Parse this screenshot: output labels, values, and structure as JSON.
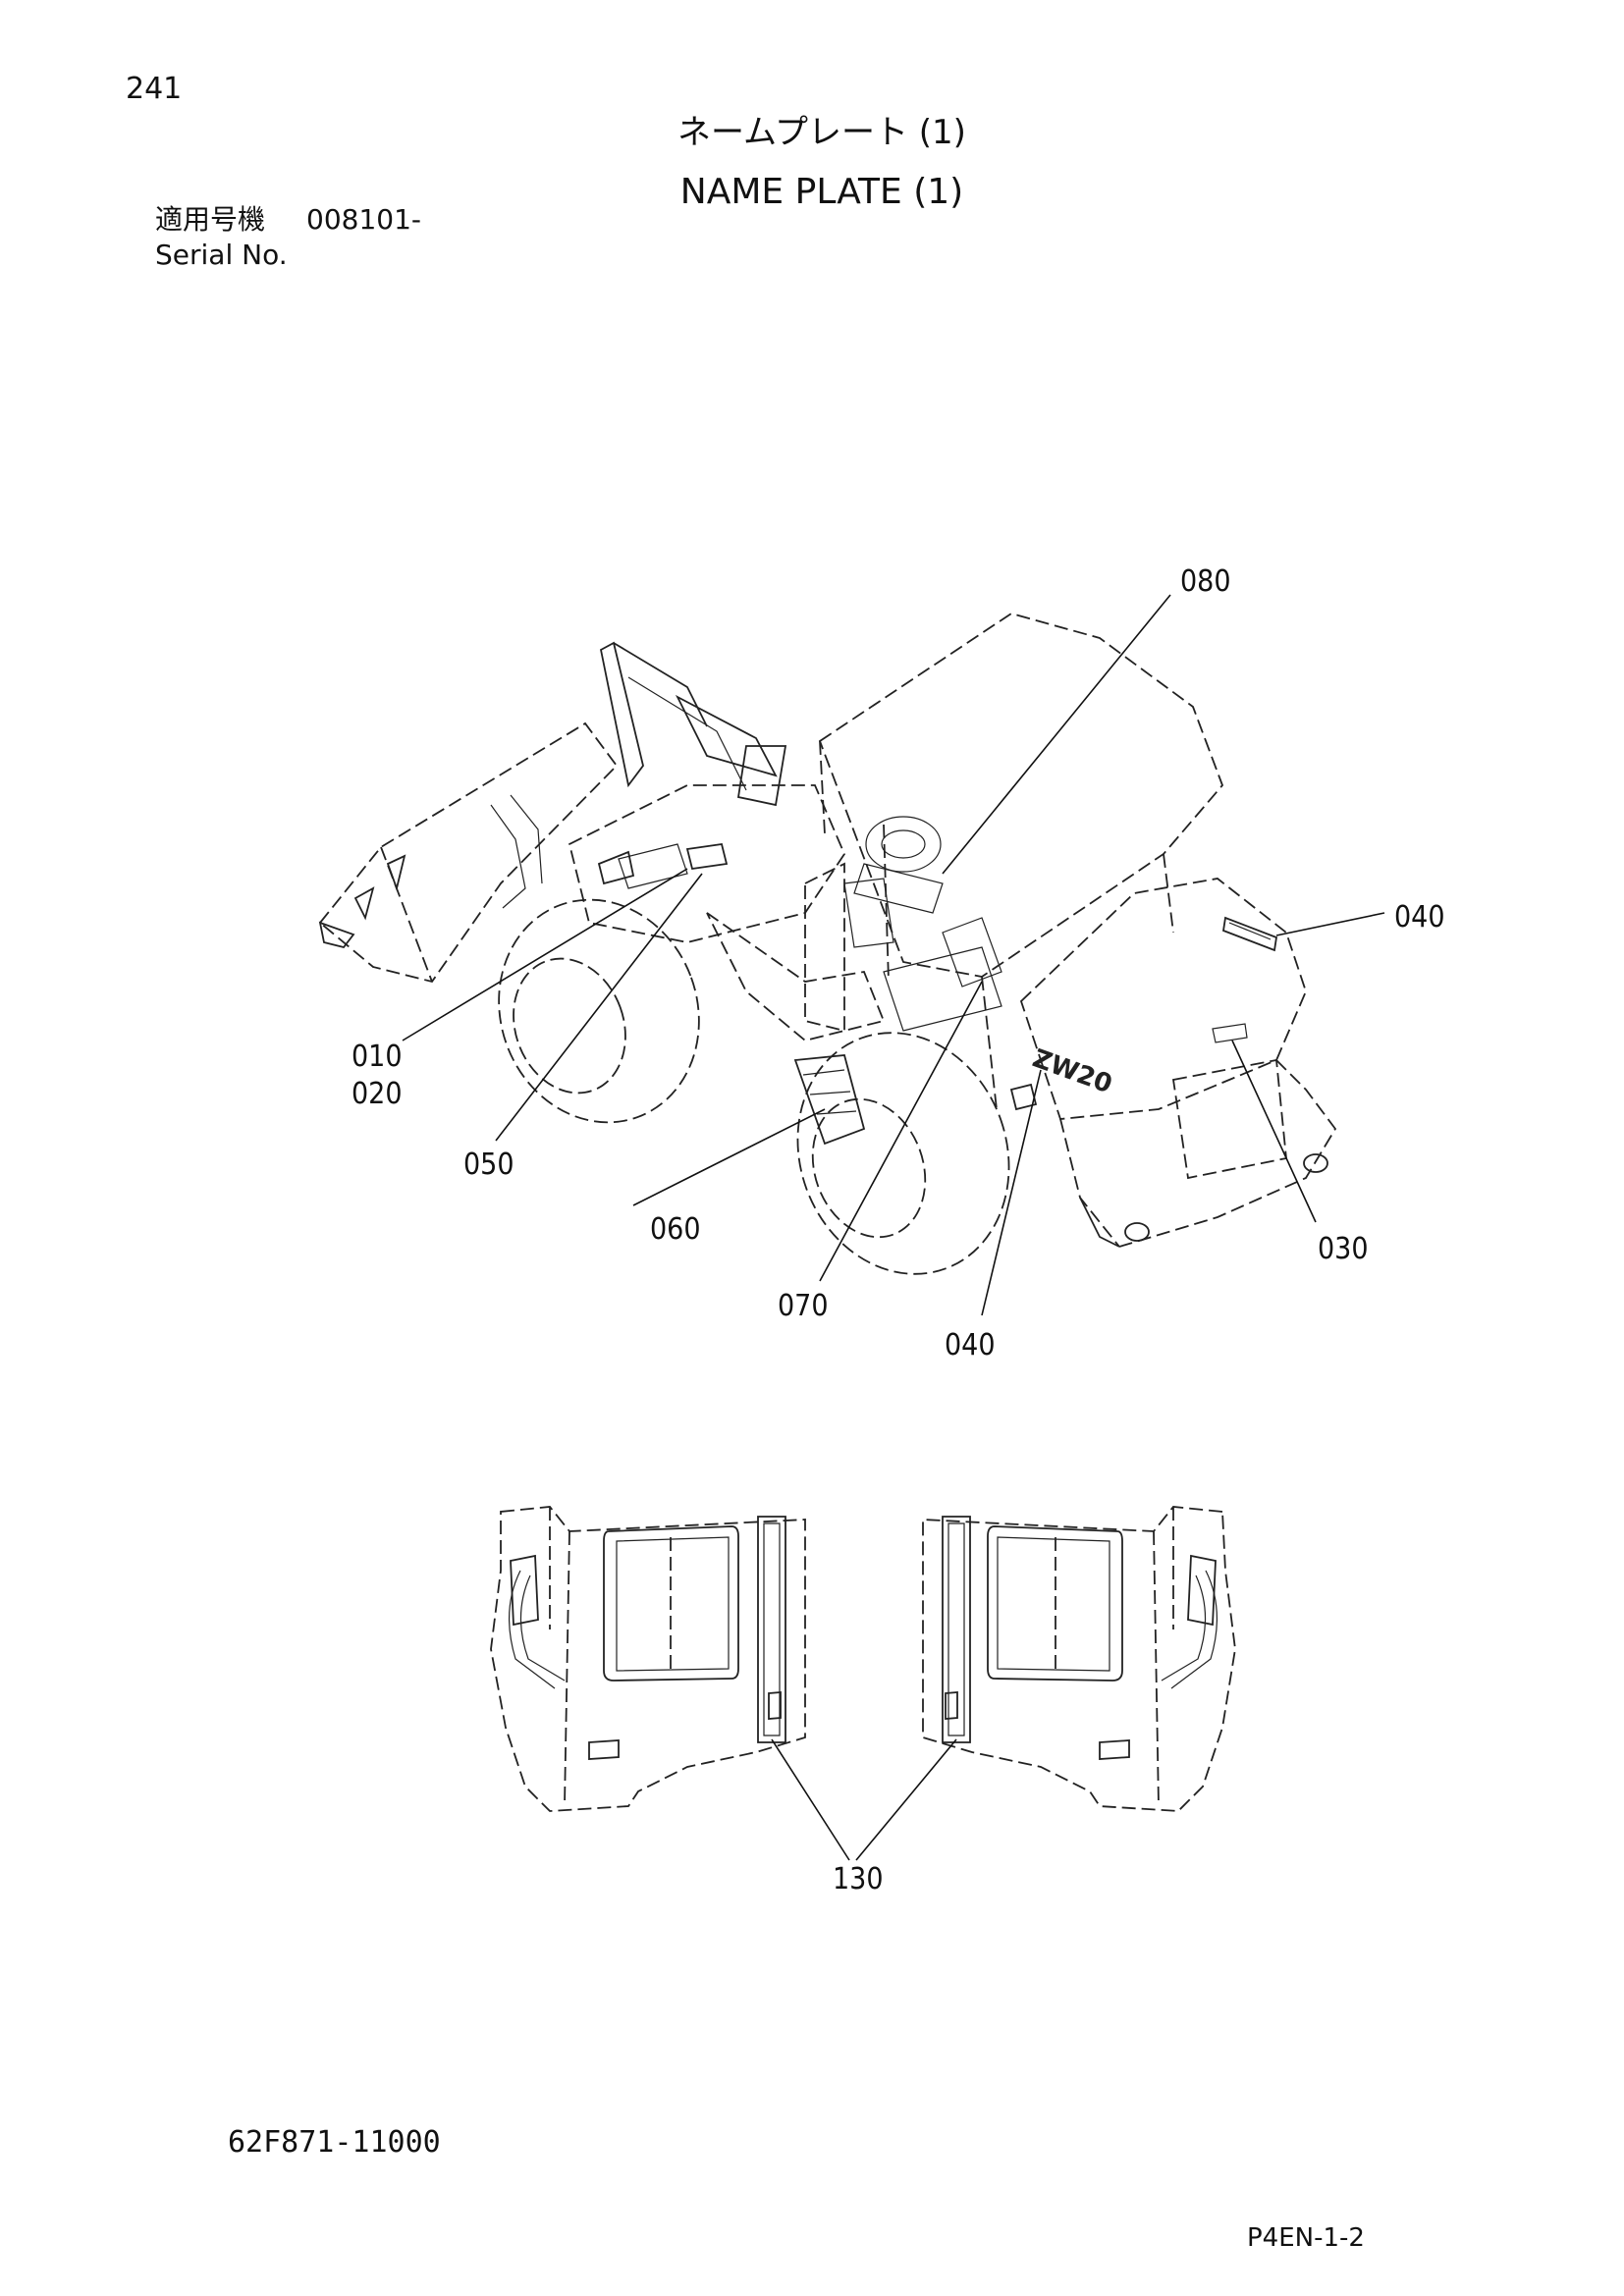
{
  "page": {
    "number": "241",
    "title_jp": "ネームプレート (1)",
    "title_en": "NAME PLATE (1)",
    "serial_label_jp": "適用号機",
    "serial_value": "008101-",
    "serial_label_en": "Serial No.",
    "drawing_code": "62F871-11000",
    "page_ref": "P4EN-1-2"
  },
  "callouts": {
    "c080": "080",
    "c040_top": "040",
    "c010": "010",
    "c020": "020",
    "c050": "050",
    "c060": "060",
    "c070": "070",
    "c040_bottom": "040",
    "c030": "030",
    "c130": "130"
  },
  "decals": {
    "model_badge": "ZW20"
  }
}
